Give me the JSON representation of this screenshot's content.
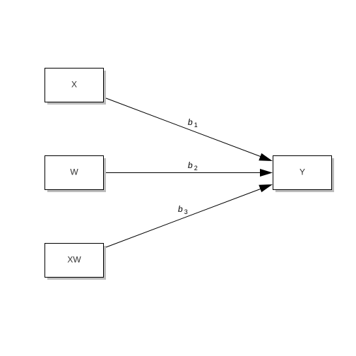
{
  "nodes": {
    "x": "X",
    "w": "W",
    "xw": "XW",
    "y": "Y"
  },
  "paths": [
    {
      "symbol": "b",
      "subscript": "1",
      "from": "X",
      "to": "Y"
    },
    {
      "symbol": "b",
      "subscript": "2",
      "from": "W",
      "to": "Y"
    },
    {
      "symbol": "b",
      "subscript": "3",
      "from": "XW",
      "to": "Y"
    }
  ],
  "colors": {
    "node_fill": "#ffffff",
    "node_border": "#000000",
    "shadow": "#bdbdbd",
    "edge": "#000000"
  }
}
